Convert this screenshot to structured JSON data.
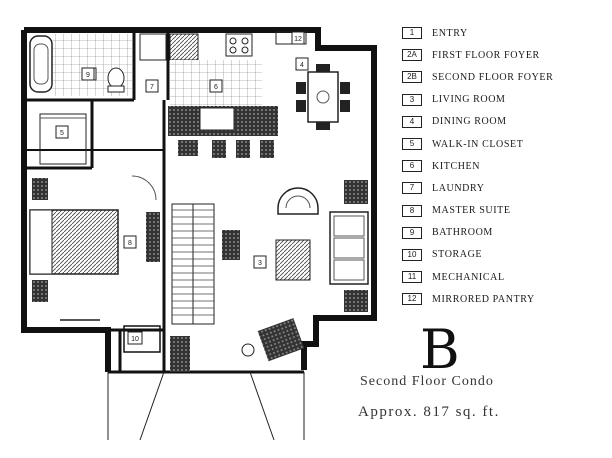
{
  "legend": [
    {
      "num": "1",
      "name": "ENTRY"
    },
    {
      "num": "2A",
      "name": "FIRST FLOOR FOYER"
    },
    {
      "num": "2B",
      "name": "SECOND FLOOR FOYER"
    },
    {
      "num": "3",
      "name": "LIVING ROOM"
    },
    {
      "num": "4",
      "name": "DINING ROOM"
    },
    {
      "num": "5",
      "name": "WALK-IN CLOSET"
    },
    {
      "num": "6",
      "name": "KITCHEN"
    },
    {
      "num": "7",
      "name": "LAUNDRY"
    },
    {
      "num": "8",
      "name": "MASTER SUITE"
    },
    {
      "num": "9",
      "name": "BATHROOM"
    },
    {
      "num": "10",
      "name": "STORAGE"
    },
    {
      "num": "11",
      "name": "MECHANICAL"
    },
    {
      "num": "12",
      "name": "MIRRORED PANTRY"
    }
  ],
  "plan_labels": {
    "bathroom": "9",
    "closet": "5",
    "master": "8",
    "storage": "10",
    "laundry": "7",
    "kitchen": "6",
    "dining": "4",
    "pantry": "12",
    "living": "3"
  },
  "unit_letter": "B",
  "caption_type": "Second Floor Condo",
  "caption_area": "Approx. 817 sq. ft."
}
